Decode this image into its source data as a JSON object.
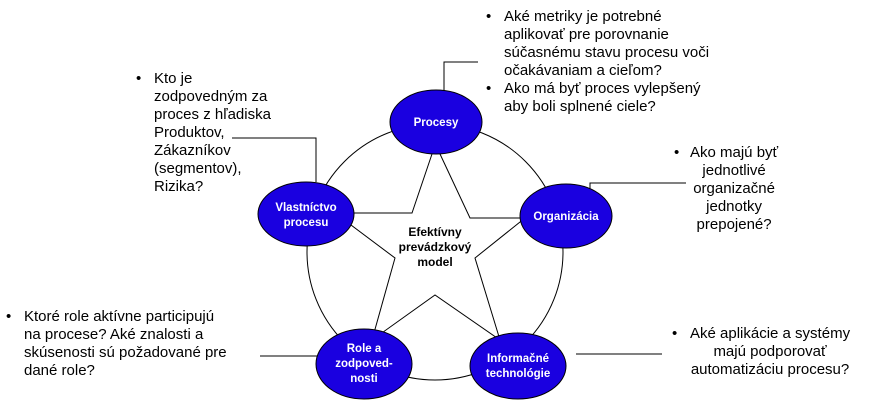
{
  "colors": {
    "node_fill": "#1a00e0",
    "line": "#000000",
    "text": "#000000",
    "node_text": "#ffffff"
  },
  "center": {
    "lines": [
      "Efektívny",
      "prevádzkový",
      "model"
    ]
  },
  "nodes": [
    {
      "id": "procesy",
      "lines": [
        "Procesy"
      ]
    },
    {
      "id": "organizacia",
      "lines": [
        "Organizácia"
      ]
    },
    {
      "id": "informacne",
      "lines": [
        "Informačné",
        "technológie"
      ]
    },
    {
      "id": "role",
      "lines": [
        "Role a",
        "zodpoved-",
        "nosti"
      ]
    },
    {
      "id": "vlastnictvo",
      "lines": [
        "Vlastníctvo",
        "procesu"
      ]
    }
  ],
  "notes": {
    "procesy": [
      [
        "Aké metriky je potrebné",
        "aplikovať pre porovnanie",
        "súčasnému stavu procesu voči",
        "očakávaniam a cieľom?"
      ],
      [
        "Ako má byť proces vylepšený",
        "aby boli splnené ciele?"
      ]
    ],
    "organizacia": [
      [
        "Ako majú byť",
        "jednotlivé",
        "organizačné",
        "jednotky",
        "prepojené?"
      ]
    ],
    "informacne": [
      [
        "Aké aplikácie a systémy",
        "majú podporovať",
        "automatizáciu procesu?"
      ]
    ],
    "role": [
      [
        "Ktoré role aktívne participujú",
        "na procese? Aké znalosti a",
        "skúsenosti sú požadované pre",
        "dané role?"
      ]
    ],
    "vlastnictvo": [
      [
        "Kto je",
        "zodpovedným za",
        "proces z hľadiska",
        "Produktov,",
        "Zákazníkov",
        "(segmentov),",
        "Rizika?"
      ]
    ]
  }
}
